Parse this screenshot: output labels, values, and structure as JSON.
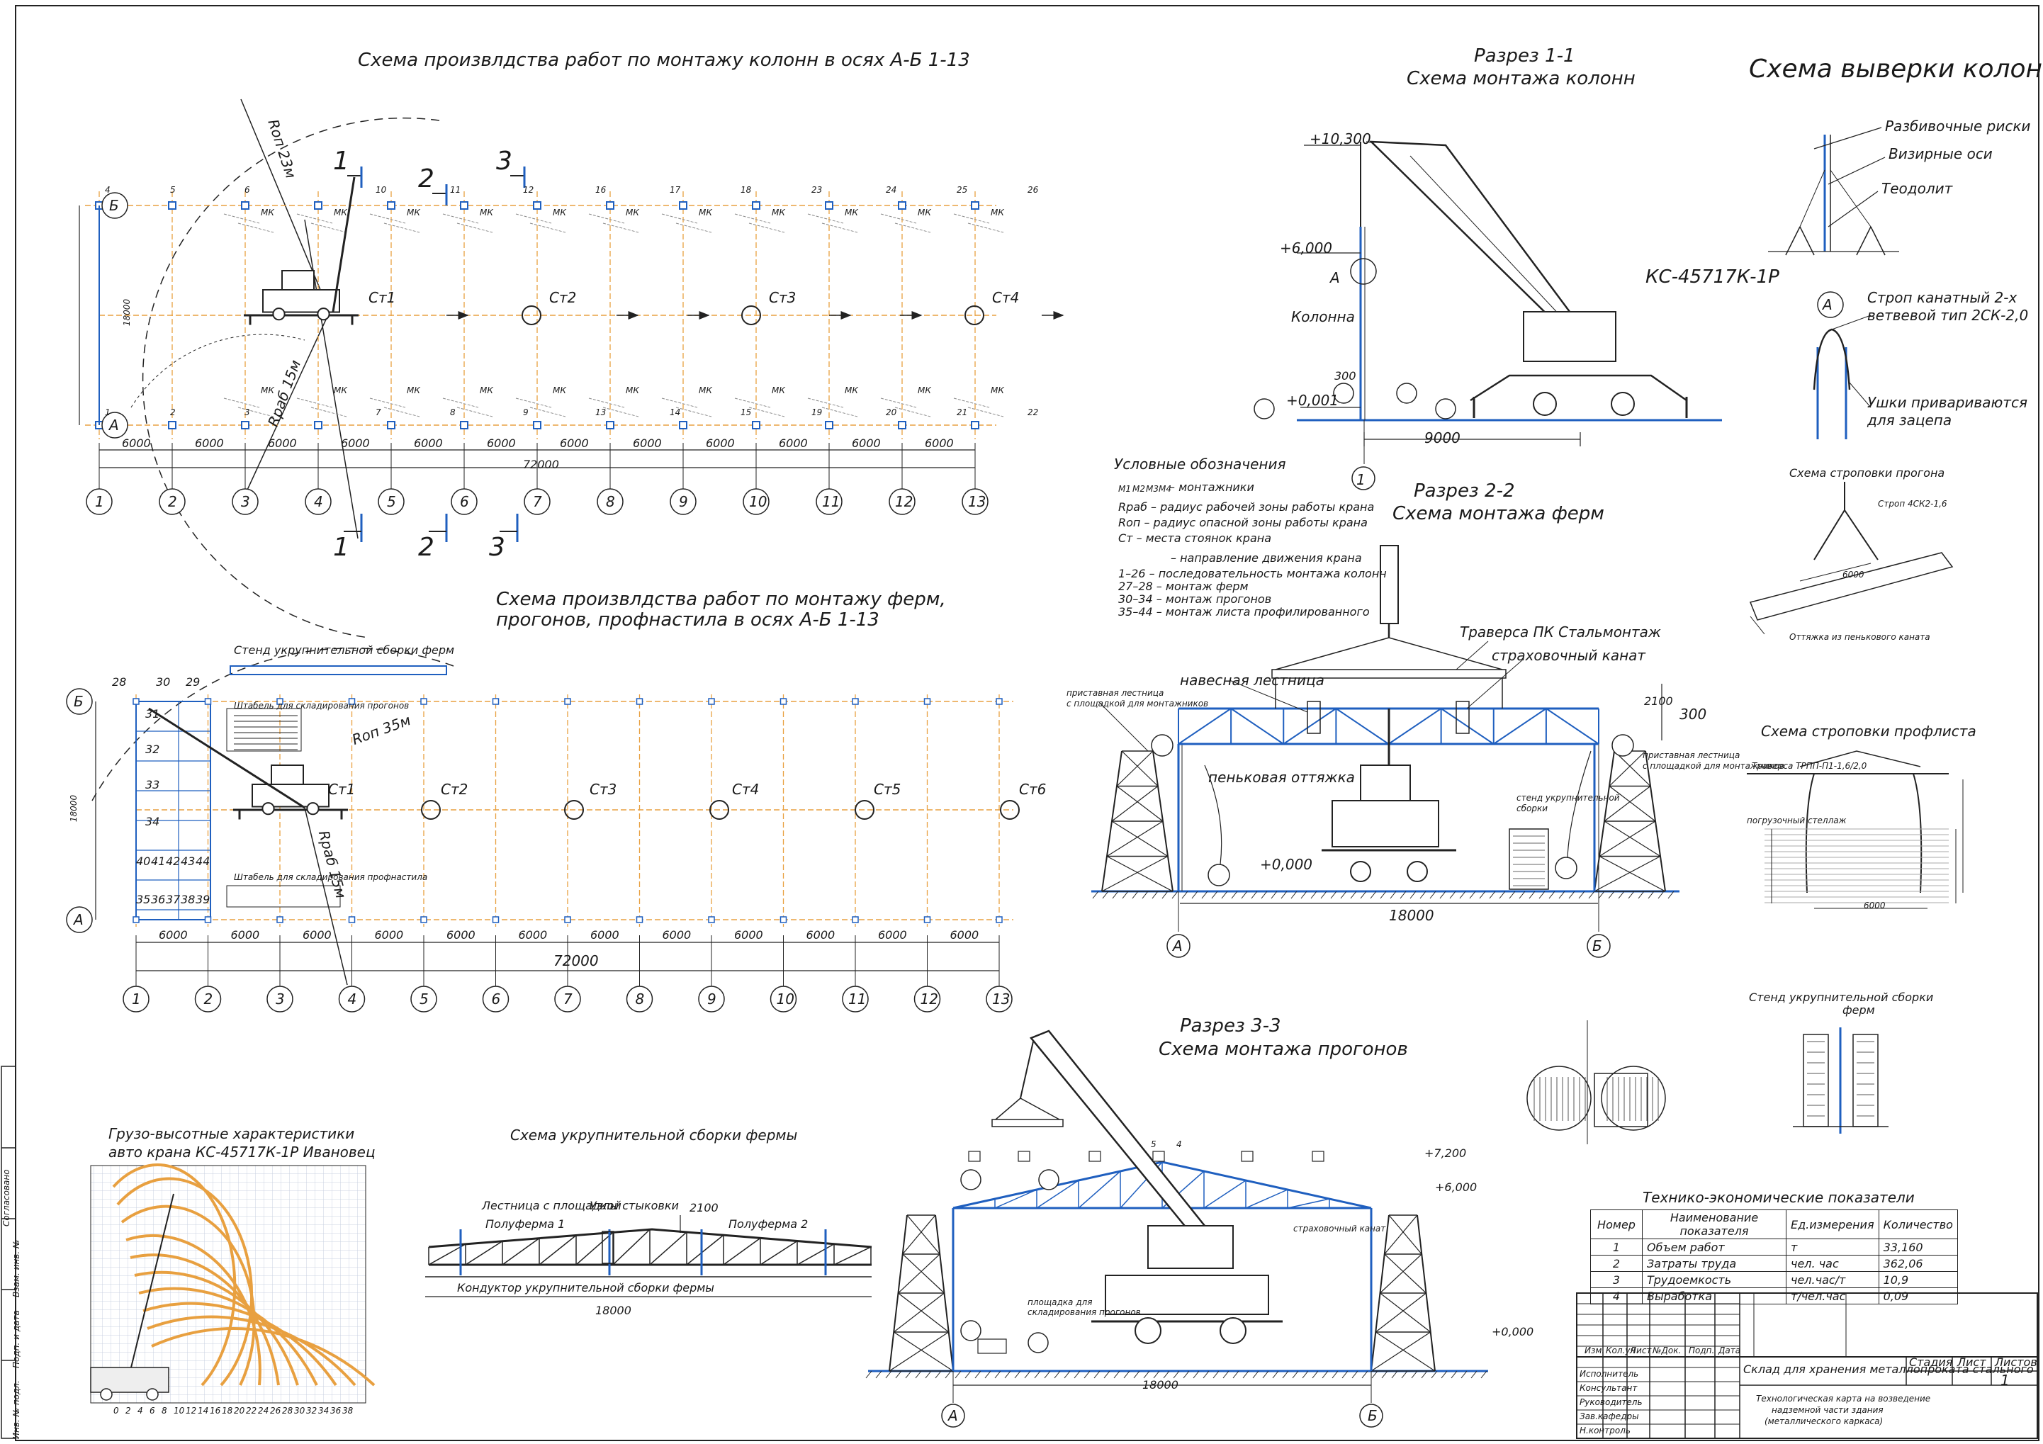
{
  "colors": {
    "blue": "#1f5fbf",
    "orange": "#e8a040",
    "line": "#222222"
  },
  "titles": {
    "columns_plan": "Схема произвлдства работ по монтажу колонн в осях А-Б 1-13",
    "trusses_plan_1": "Схема произвлдства работ по монтажу ферм,",
    "trusses_plan_2": "прогонов, профнастила в осях А-Б 1-13",
    "section11_1": "Разрез 1-1",
    "section11_2": "Схема монтажа колонн",
    "check": "Схема выверки колонн",
    "section22_1": "Разрез 2-2",
    "section22_2": "Схема монтажа ферм",
    "section33_1": "Разрез 3-3",
    "section33_2": "Схема монтажа прогонов",
    "crane_chart_1": "Грузо-высотные характеристики",
    "crane_chart_2": "авто крана КС-45717К-1Р Ивановец",
    "assembly": "Схема укрупнительной сборки фермы",
    "sling_purlin": "Схема строповки прогона",
    "sling_profile": "Схема строповки профлиста",
    "stand": "Стенд укрупнительной сборки",
    "stand_2": "ферм",
    "tep": "Технико-экономические показатели"
  },
  "plan1": {
    "axes": [
      "1",
      "2",
      "3",
      "4",
      "5",
      "6",
      "7",
      "8",
      "9",
      "10",
      "11",
      "12",
      "13"
    ],
    "spans": [
      "6000",
      "6000",
      "6000",
      "6000",
      "6000",
      "6000",
      "6000",
      "6000",
      "6000",
      "6000",
      "6000",
      "6000"
    ],
    "total": "72000",
    "height": "18000",
    "row_a": "А",
    "row_b": "Б",
    "stands": [
      "Ст1",
      "Ст2",
      "Ст3",
      "Ст4"
    ],
    "top_nums": [
      "4",
      "5",
      "6",
      "10",
      "11",
      "12",
      "16",
      "17",
      "18",
      "23",
      "24",
      "25",
      "26"
    ],
    "bottom_nums": [
      "1",
      "2",
      "3",
      "7",
      "8",
      "9",
      "13",
      "14",
      "15",
      "19",
      "20",
      "21",
      "22"
    ],
    "r_op": "Rоп 23м",
    "r_rab": "Rраб 15м",
    "cut1": "1",
    "cut2": "2",
    "cut3": "3",
    "mk": "МК"
  },
  "plan2": {
    "axes": [
      "1",
      "2",
      "3",
      "4",
      "5",
      "6",
      "7",
      "8",
      "9",
      "10",
      "11",
      "12",
      "13"
    ],
    "spans": [
      "6000",
      "6000",
      "6000",
      "6000",
      "6000",
      "6000",
      "6000",
      "6000",
      "6000",
      "6000",
      "6000",
      "6000"
    ],
    "total": "72000",
    "height": "18000",
    "row_a": "А",
    "row_b": "Б",
    "stands": [
      "Ст1",
      "Ст2",
      "Ст3",
      "Ст4",
      "Ст5",
      "Ст6"
    ],
    "stand_label": "Стенд укрупнительной сборки ферм",
    "stack1": "Штабель для складирования прогонов",
    "stack2": "Штабель для складирования профнастила",
    "r_op": "Rоп 35м",
    "r_rab": "Rраб 15м",
    "seq_top": [
      "28",
      "30",
      "29"
    ],
    "seq_left": [
      "31",
      "32",
      "33",
      "34"
    ],
    "seq_row1": [
      "40",
      "41",
      "42",
      "43",
      "44"
    ],
    "seq_row2": [
      "35",
      "36",
      "37",
      "38",
      "39"
    ]
  },
  "legend": {
    "title": "Условные обозначения",
    "l1": "– монтажники",
    "l2": "Rраб – радиус рабочей зоны работы крана",
    "l3": "Rоп – радиус опасной зоны работы крана",
    "l4": "Ст – места стоянок крана",
    "l5": "– направление движения крана",
    "l6": "1–26 – последовательность монтажа колонн",
    "l7": "27–28 – монтаж ферм",
    "l8": "30–34 – монтаж прогонов",
    "l9": "35–44 – монтаж листа профилированного",
    "m11": "М1",
    "m12": "М2",
    "m13": "М3",
    "m14": "М4"
  },
  "sec11": {
    "crane": "КС-45717К-1Р",
    "column": "Колонна",
    "el1": "+10,300",
    "el2": "+6,000",
    "el3": "+0,001",
    "dim": "9000",
    "h300": "300",
    "axis": "1",
    "a": "А"
  },
  "check": {
    "l1": "Разбивочные риски",
    "l2": "Визирные оси",
    "l3": "Теодолит",
    "sling1": "Строп канатный 2-х",
    "sling2": "ветвевой тип 2СК-2,0",
    "ears1": "Ушки привариваются",
    "ears2": "для зацепа",
    "a": "А"
  },
  "sec22": {
    "traverse": "Траверса ПК Стальмонтаж",
    "rope": "страховочный канат",
    "ladder": "навесная лестница",
    "ladder_side1": "приставная лестница",
    "ladder_side2": "с площадкой для монтажников",
    "guy": "пеньковая оттяжка",
    "stand1": "стенд укрупнительной",
    "stand2": "сборки",
    "el0": "+0,000",
    "dim": "18000",
    "h2100": "2100",
    "h300": "300",
    "axis_a": "А",
    "axis_b": "Б"
  },
  "sec33": {
    "rope": "страховочный канат",
    "storage1": "площадка для",
    "storage2": "складирования прогонов",
    "el1": "+7,200",
    "el2": "+6,000",
    "el0": "+0,000",
    "dim": "18000",
    "axis_a": "А",
    "axis_b": "Б",
    "nums": [
      "5",
      "4"
    ]
  },
  "assembly": {
    "ladder": "Лестница с площадкой",
    "joints": "Узлы стыковки",
    "half1": "Полуферма 1",
    "half2": "Полуферма 2",
    "jig": "Кондуктор укрупнительной сборки фермы",
    "dim": "18000",
    "dim2": "2100"
  },
  "sling": {
    "strap": "Строп 4СК2-1,6",
    "purlin_len": "6000",
    "note": "Оттяжка из пенькового каната",
    "traverse": "Траверса ТРПП-П1-1,6/2,0",
    "load": "погрузочный стеллаж",
    "sheet_len": "6000"
  },
  "tep": {
    "headers": [
      "Номер",
      "Наименование показателя",
      "Ед.измерения",
      "Количество"
    ],
    "rows": [
      [
        "1",
        "Объем работ",
        "т",
        "33,160"
      ],
      [
        "2",
        "Затраты труда",
        "чел. час",
        "362,06"
      ],
      [
        "3",
        "Трудоемкость",
        "чел.час/т",
        "10,9"
      ],
      [
        "4",
        "Выработка",
        "т/чел.час",
        "0,09"
      ]
    ]
  },
  "titleblock": {
    "cols": [
      "Изм.",
      "Кол.уч",
      "Лист",
      "№Док.",
      "Подп.",
      "Дата"
    ],
    "roles": [
      "Исполнитель",
      "Консультант",
      "Руководитель",
      "Зав.кафедры",
      "Н.контроль"
    ],
    "project": "Склад для хранения металлопроката стального",
    "sheet_title_1": "Технологическая карта на возведение",
    "sheet_title_2": "надземной части здания",
    "sheet_title_3": "(металлического каркаса)",
    "stage": "Стадия",
    "list": "Лист",
    "lists": "Листов",
    "list_val": "1"
  },
  "stamp": [
    "Инв. № подл.",
    "Подп. и дата",
    "Взам. инв. №",
    "Согласовано"
  ],
  "crane_chart": {
    "x_ticks": [
      "0",
      "2",
      "4",
      "6",
      "8",
      "10",
      "12",
      "14",
      "16",
      "18",
      "20",
      "22",
      "24",
      "26",
      "28",
      "30",
      "32",
      "34",
      "36",
      "38"
    ]
  }
}
